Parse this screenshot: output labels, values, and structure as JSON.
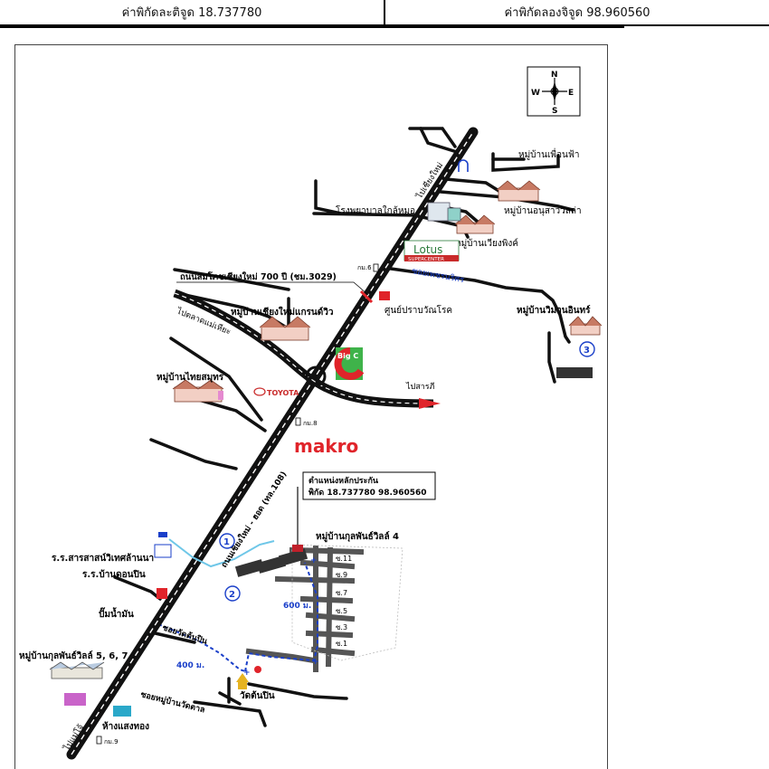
{
  "coordinates": {
    "latitude_label": "ค่าพิกัดละติจูด 18.737780",
    "longitude_label": "ค่าพิกัดลองจิจูด 98.960560"
  },
  "compass": {
    "n": "N",
    "s": "S",
    "e": "E",
    "w": "W"
  },
  "map": {
    "road_to_mae_jo": "ไปแม่โจ้",
    "road_to_chiang_mai": "ไปเชียงใหม่",
    "highway_name": "ถนนเชียงใหม่ - ฮอด (ทล.108)",
    "ring_road": "ถนนสมโภชเชียงใหม่ 700 ปี (ชม.3029)",
    "to_mae_hia": "ไปตลาดแม่เหียะ",
    "to_saraphi": "ไปสารภี",
    "soi_phet_rit": "ซอยเพชรนริศร",
    "soi_wat_ton_pun": "ซอยวัดต้นปิน",
    "soi_ban_wat_tan": "ซอยหมู่บ้านวัดตาล",
    "villages": {
      "phuean_fa": "หมู่บ้านเพื่อนฟ้า",
      "anusarn_villa": "หมู่บ้านอนุสาววิลล่า",
      "wiang_phing": "หมู่บ้านเวียงพิงค์",
      "chiangmai_grand_view": "หมู่บ้านเชียงใหม่แกรนด์วิว",
      "wiman_in": "หมู่บ้านวิมานอินทร์",
      "thai_samut": "หมู่บ้านไทยสมุทร",
      "kulaphan_villa_4": "หมู่บ้านกุลพันธ์วิลล์ 4",
      "kulaphan_villa_567": "หมู่บ้านกุลพันธ์วิลล์ 5, 6, 7"
    },
    "places": {
      "hospital": "โรงพยาบาลใกล้หมอ",
      "tb_center": "ศูนย์ปราบวัณโรค",
      "lotus": "Lotus",
      "lotus_sub": "SUPERCENTER",
      "bigc": "Big C",
      "toyota": "TOYOTA",
      "makro": "makro",
      "school_1": "ร.ร.สารสาสน์วิเทศล้านนา",
      "school_2": "ร.ร.บ้านดอนปิน",
      "gas_station": "ปั๊มน้ำมัน",
      "wat_ton_pun": "วัดต้นปิน",
      "tha_saeng_thong": "ห้างแสงทอง"
    },
    "km_markers": {
      "km6": "กม.6",
      "km8": "กม.8",
      "km9": "กม.9"
    },
    "distances": {
      "d600": "600 ม.",
      "d400": "400 ม."
    },
    "lots": {
      "lot1": "1",
      "lot2": "2",
      "lot3": "3"
    },
    "soi_labels": [
      "ซ.11",
      "ซ.9",
      "ซ.7",
      "ซ.5",
      "ซ.3",
      "ซ.1"
    ],
    "callout": {
      "title": "ตำแหน่งหลักประกัน",
      "coords": "พิกัด 18.737780 98.960560"
    }
  }
}
